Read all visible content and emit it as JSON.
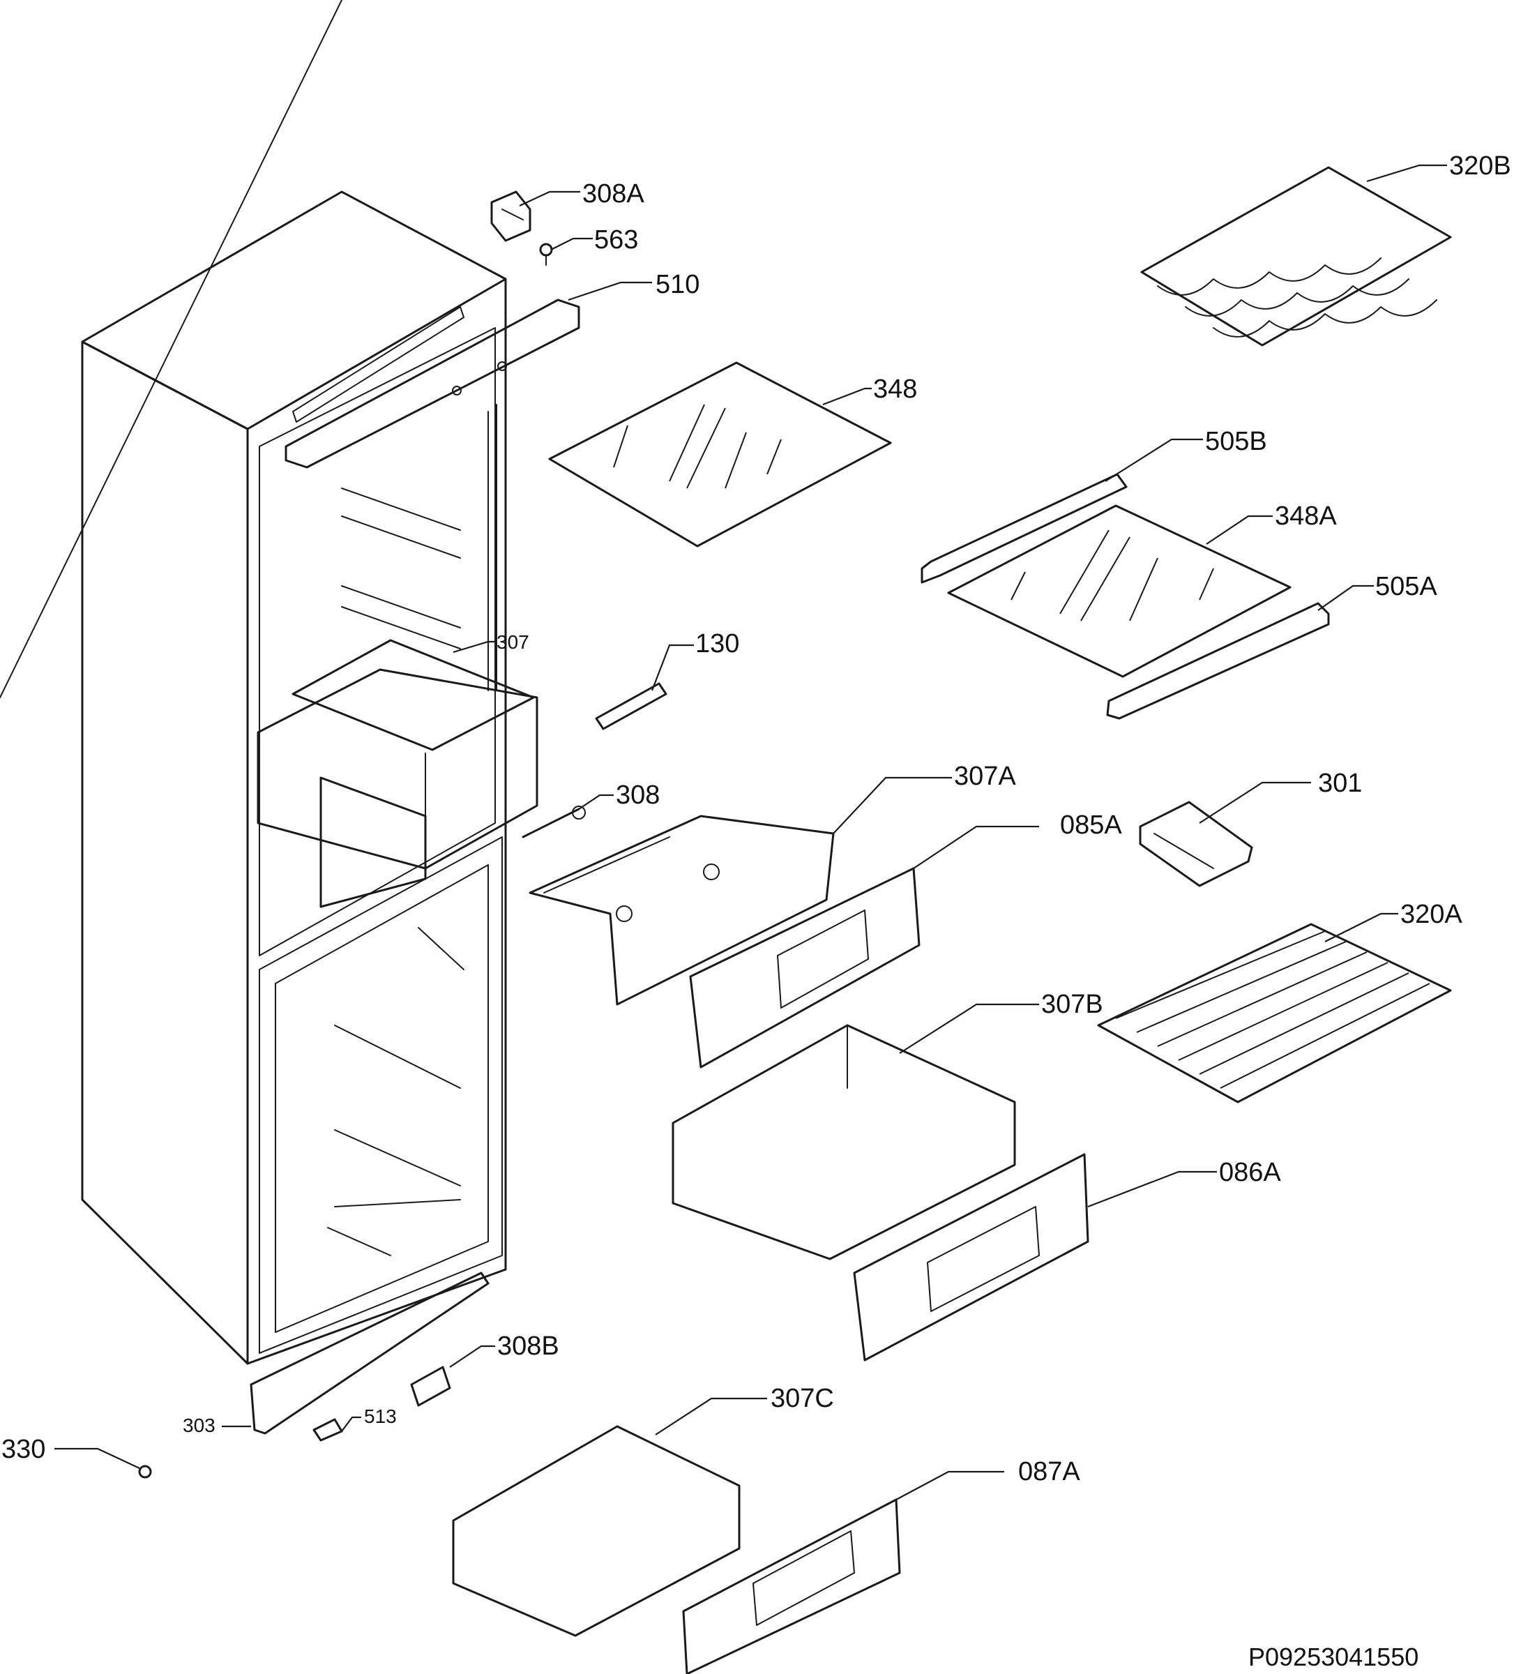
{
  "callouts": {
    "p308A": "308A",
    "p563": "563",
    "p510": "510",
    "p320B": "320B",
    "p348": "348",
    "p505B": "505B",
    "p348A": "348A",
    "p505A": "505A",
    "p307": "307",
    "p130": "130",
    "p308": "308",
    "p307A": "307A",
    "p085A": "085A",
    "p301": "301",
    "p320A": "320A",
    "p307B": "307B",
    "p086A": "086A",
    "p308B": "308B",
    "p303": "303",
    "p513": "513",
    "p330": "330",
    "p307C": "307C",
    "p087A": "087A"
  },
  "drawing_code": "P09253041550"
}
